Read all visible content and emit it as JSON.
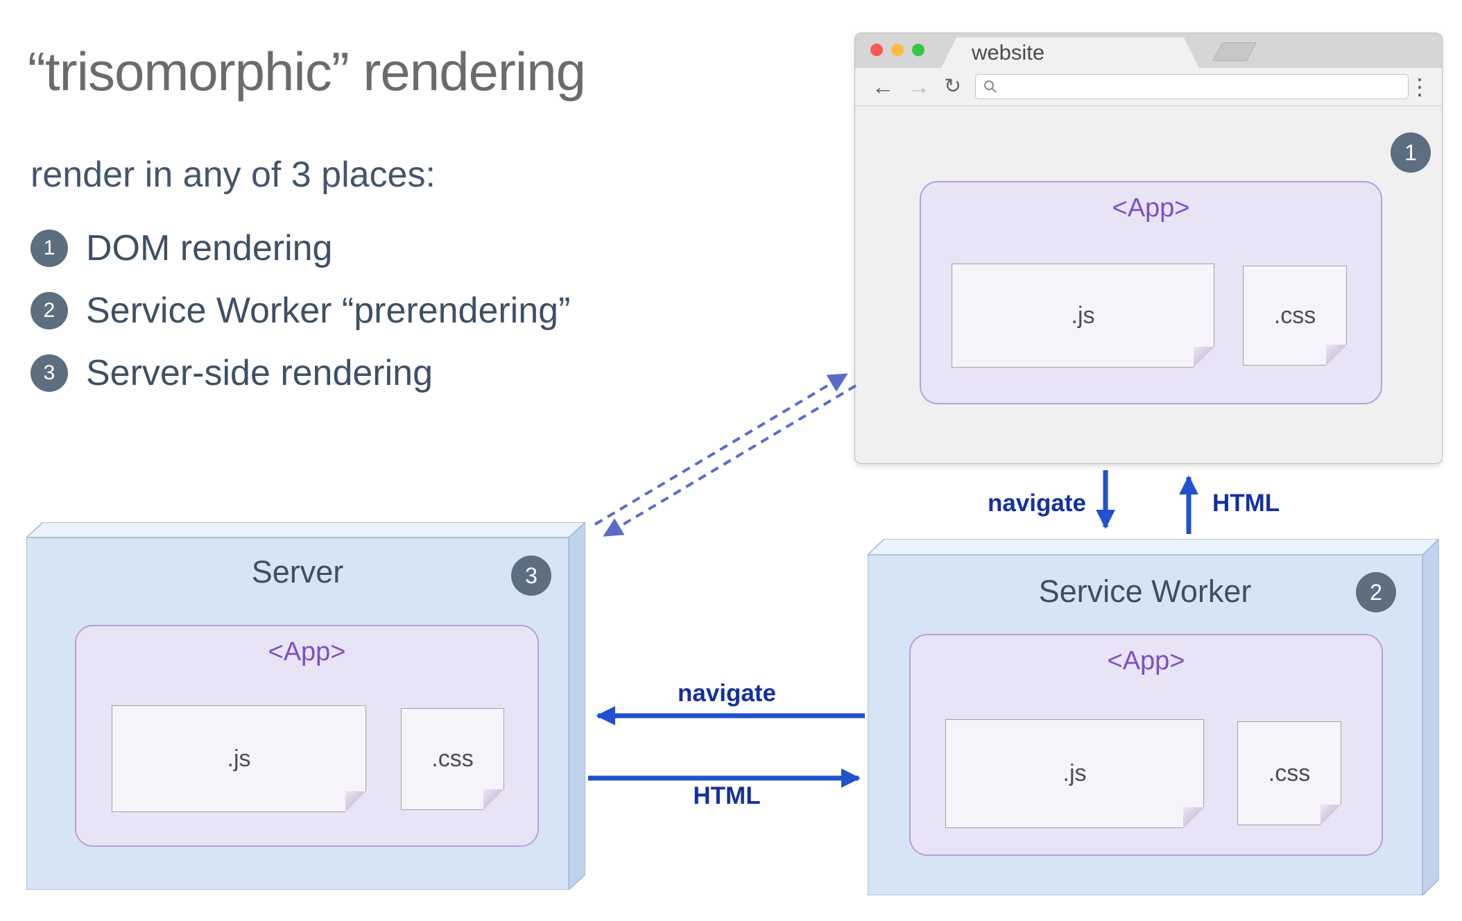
{
  "title": "“trisomorphic” rendering",
  "intro": "render in any of 3 places:",
  "legend": [
    {
      "num": "1",
      "label": "DOM rendering"
    },
    {
      "num": "2",
      "label": "Service Worker “prerendering”"
    },
    {
      "num": "3",
      "label": "Server-side rendering"
    }
  ],
  "browser": {
    "tab_title": "website",
    "badge": "1",
    "app": {
      "label": "<App>",
      "files": [
        {
          "name": ".js"
        },
        {
          "name": ".css"
        }
      ]
    }
  },
  "server": {
    "title": "Server",
    "badge": "3",
    "app": {
      "label": "<App>",
      "files": [
        {
          "name": ".js"
        },
        {
          "name": ".css"
        }
      ]
    }
  },
  "service_worker": {
    "title": "Service Worker",
    "badge": "2",
    "app": {
      "label": "<App>",
      "files": [
        {
          "name": ".js"
        },
        {
          "name": ".css"
        }
      ]
    }
  },
  "labels": {
    "navigate_vertical": "navigate",
    "html_vertical": "HTML",
    "navigate_horizontal": "navigate",
    "html_horizontal": "HTML"
  },
  "colors": {
    "arrow_blue": "#2150d0",
    "dashed_blue": "#5b6bcb",
    "label_blue": "#15309e",
    "app_purple": "#7b50c8",
    "app_fill": "#e9e3f6",
    "app_border": "#b3a1da",
    "box_front": "#d7e4f6",
    "box_top": "#ebf2fb",
    "box_side": "#c1d3ec",
    "badge_bg": "#5c6e80",
    "title_gray": "#6b6b6b",
    "text_slate": "#3d5065"
  }
}
